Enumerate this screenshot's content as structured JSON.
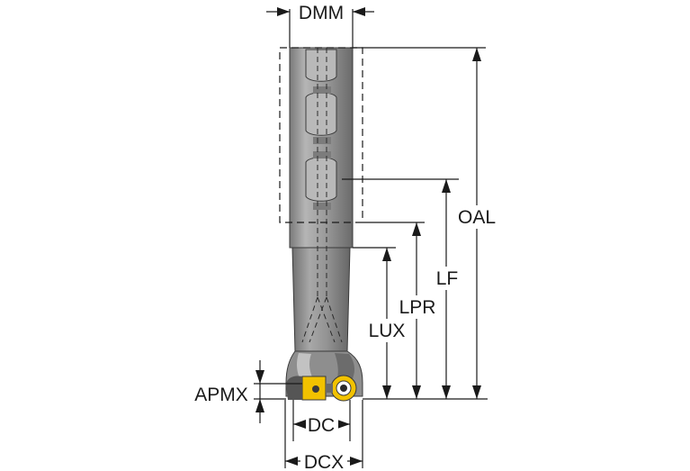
{
  "labels": {
    "dmm": "DMM",
    "oal": "OAL",
    "lf": "LF",
    "lpr": "LPR",
    "lux": "LUX",
    "apmx": "APMX",
    "dc": "DC",
    "dcx": "DCX"
  },
  "colors": {
    "tool_body": "#9a9a9a",
    "tool_dark": "#6e6e6e",
    "tool_light": "#c8c8c8",
    "insert_yellow": "#f2c200",
    "line": "#1a1a1a"
  }
}
